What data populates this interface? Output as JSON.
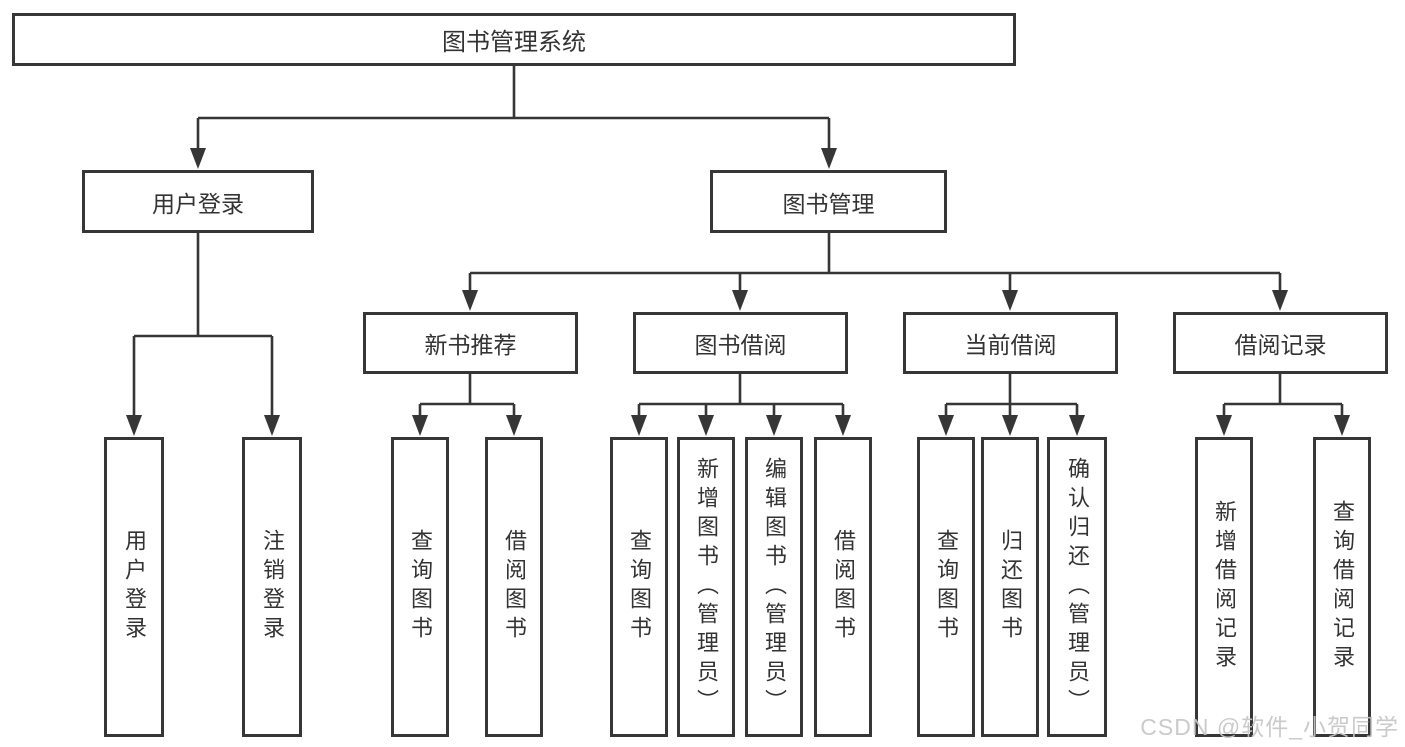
{
  "root": {
    "label": "图书管理系统"
  },
  "login": {
    "label": "用户登录",
    "children": [
      {
        "label": "用户登录"
      },
      {
        "label": "注销登录"
      }
    ]
  },
  "mgmt": {
    "label": "图书管理",
    "groups": [
      {
        "label": "新书推荐",
        "children": [
          {
            "label": "查询图书"
          },
          {
            "label": "借阅图书"
          }
        ]
      },
      {
        "label": "图书借阅",
        "children": [
          {
            "label": "查询图书"
          },
          {
            "label": "新增图书（管理员）"
          },
          {
            "label": "编辑图书（管理员）"
          },
          {
            "label": "借阅图书"
          }
        ]
      },
      {
        "label": "当前借阅",
        "children": [
          {
            "label": "查询图书"
          },
          {
            "label": "归还图书"
          },
          {
            "label": "确认归还（管理员）"
          }
        ]
      },
      {
        "label": "借阅记录",
        "children": [
          {
            "label": "新增借阅记录"
          },
          {
            "label": "查询借阅记录"
          }
        ]
      }
    ]
  },
  "watermark": {
    "text": "CSDN @软件_小贺同学"
  },
  "colors": {
    "line": "#363636",
    "text": "#333333",
    "watermark": "#c6c6c6",
    "background": "#ffffff"
  }
}
